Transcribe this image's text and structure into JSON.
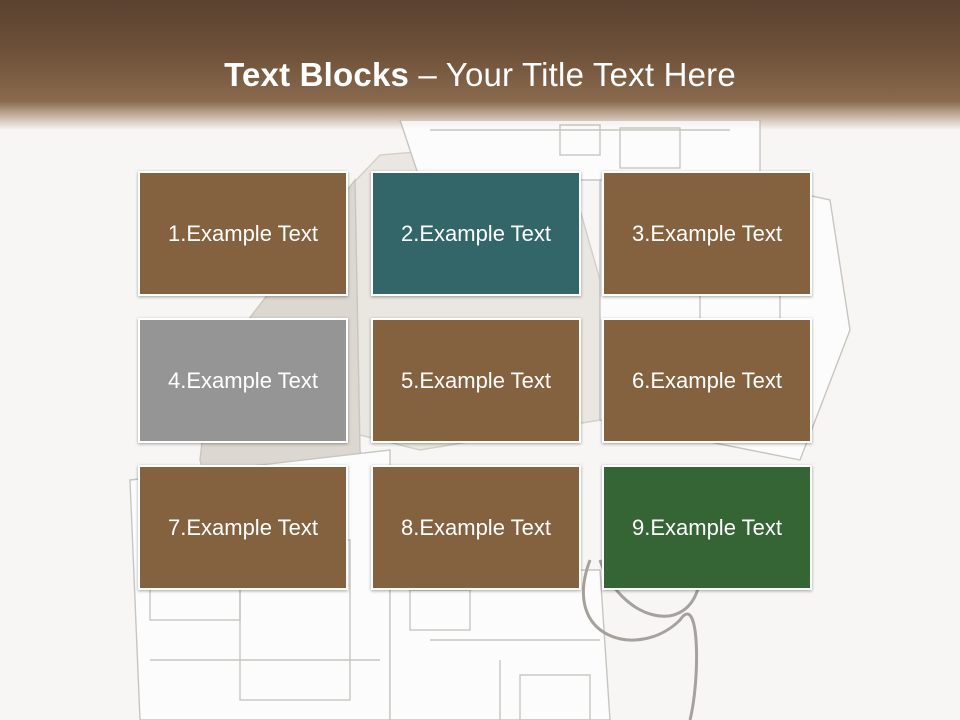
{
  "slide": {
    "title_bold": "Text Blocks",
    "title_dash": " – ",
    "title_rest": "Your Title Text Here"
  },
  "colors": {
    "brown": "#85623f",
    "teal": "#326669",
    "gray": "#959595",
    "green": "#356535",
    "header": "#6e5139"
  },
  "blocks": [
    {
      "label": "1.Example Text",
      "color": "brown"
    },
    {
      "label": "2.Example Text",
      "color": "teal"
    },
    {
      "label": "3.Example Text",
      "color": "brown"
    },
    {
      "label": "4.Example Text",
      "color": "gray"
    },
    {
      "label": "5.Example Text",
      "color": "brown"
    },
    {
      "label": "6.Example Text",
      "color": "brown"
    },
    {
      "label": "7.Example Text",
      "color": "brown"
    },
    {
      "label": "8.Example Text",
      "color": "brown"
    },
    {
      "label": "9.Example Text",
      "color": "green"
    }
  ]
}
